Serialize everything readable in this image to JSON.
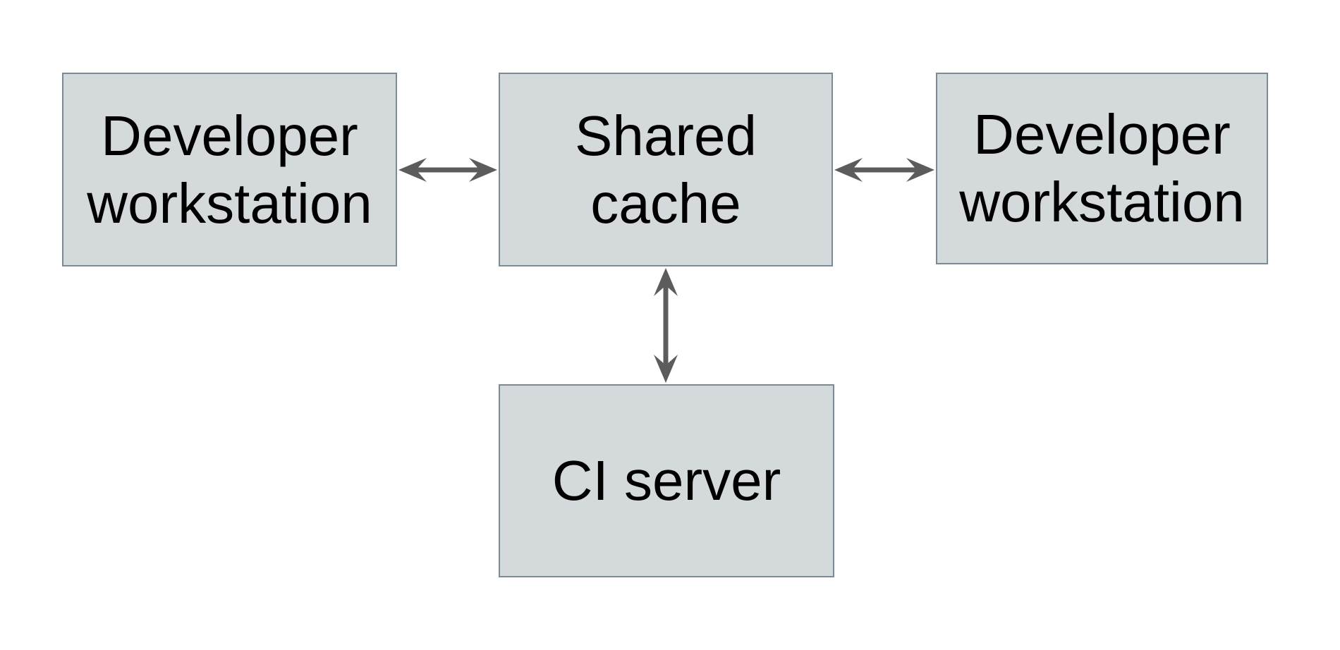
{
  "diagram": {
    "nodes": [
      {
        "id": "developer-workstation-left",
        "label": "Developer workstation"
      },
      {
        "id": "shared-cache",
        "label": "Shared cache"
      },
      {
        "id": "developer-workstation-right",
        "label": "Developer workstation"
      },
      {
        "id": "ci-server",
        "label": "CI server"
      }
    ],
    "edges": [
      {
        "from": "developer-workstation-left",
        "to": "shared-cache",
        "direction": "bidirectional"
      },
      {
        "from": "shared-cache",
        "to": "developer-workstation-right",
        "direction": "bidirectional"
      },
      {
        "from": "shared-cache",
        "to": "ci-server",
        "direction": "bidirectional"
      }
    ],
    "colors": {
      "background": "#ffffff",
      "node_fill": "#d4d9dc",
      "node_border": "#7b8a94",
      "arrow": "#5c5c5c",
      "text": "#000000"
    }
  }
}
